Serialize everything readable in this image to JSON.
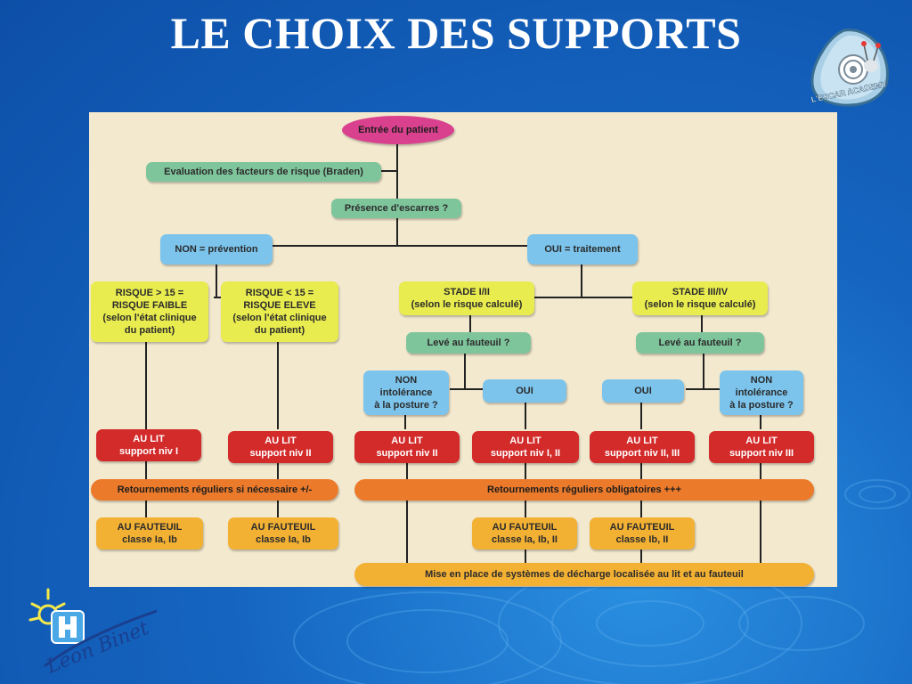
{
  "title": "LE CHOIX DES SUPPORTS",
  "logos": {
    "top_right": "L'ESCAR ACADEMY",
    "bottom_left": "Léon Binet"
  },
  "flowchart": {
    "entry": "Entrée du patient",
    "evaluation": "Evaluation des facteurs de risque (Braden)",
    "presence": "Présence d'escarres ?",
    "non_prevention": "NON = prévention",
    "oui_traitement": "OUI = traitement",
    "risk_low": "RISQUE > 15 =\nRISQUE FAIBLE\n(selon l'état clinique\ndu patient)",
    "risk_high": "RISQUE < 15 =\nRISQUE ELEVE\n(selon l'état clinique\ndu patient)",
    "stage_1_2": "STADE I/II\n(selon le risque calculé)",
    "stage_3_4": "STADE III/IV\n(selon le risque calculé)",
    "leve_1": "Levé au fauteuil ?",
    "leve_2": "Levé au fauteuil ?",
    "non_intolerance_1": "NON\nintolérance\nà la posture ?",
    "oui_1": "OUI",
    "oui_2": "OUI",
    "non_intolerance_2": "NON\nintolérance\nà la posture ?",
    "lit_1": "AU LIT\nsupport niv I",
    "lit_2": "AU LIT\nsupport niv II",
    "lit_3": "AU LIT\nsupport niv II",
    "lit_4": "AU LIT\nsupport niv I, II",
    "lit_5": "AU LIT\nsupport niv II, III",
    "lit_6": "AU LIT\nsupport niv III",
    "retour_1": "Retournements réguliers si nécessaire +/-",
    "retour_2": "Retournements réguliers obligatoires +++",
    "fauteuil_1": "AU FAUTEUIL\nclasse Ia, Ib",
    "fauteuil_2": "AU FAUTEUIL\nclasse Ia, Ib",
    "fauteuil_3": "AU FAUTEUIL\nclasse Ia, Ib, II",
    "fauteuil_4": "AU FAUTEUIL\nclasse Ib, II",
    "decharge": "Mise en place de systèmes de décharge localisée au lit et au fauteuil"
  }
}
